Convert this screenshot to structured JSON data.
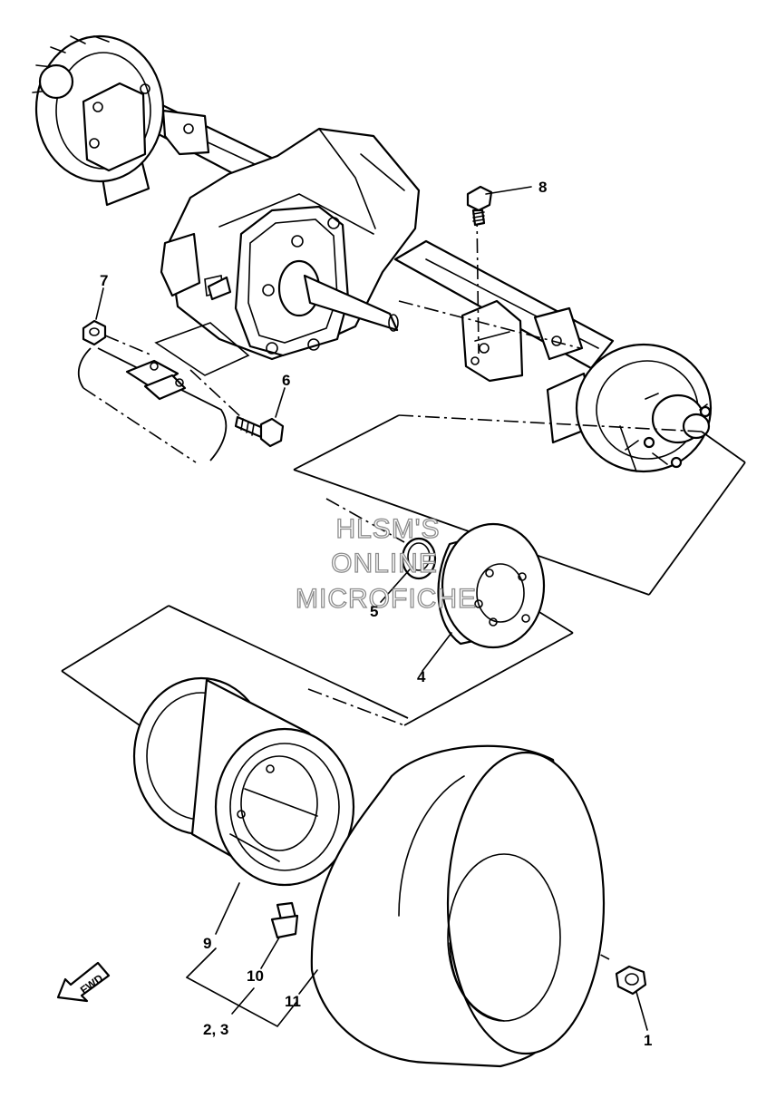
{
  "watermark": {
    "line1": "HLSM'S",
    "line2": "ONLINE",
    "line3": "MICROFICHE",
    "color": "#8c8c8c"
  },
  "direction_marker": {
    "text": "FWD",
    "icon": "fwd-arrow-icon"
  },
  "callouts": {
    "c1": "1",
    "c23": "2, 3",
    "c4": "4",
    "c5": "5",
    "c6": "6",
    "c7": "7",
    "c8": "8",
    "c9": "9",
    "c10": "10",
    "c11": "11"
  }
}
